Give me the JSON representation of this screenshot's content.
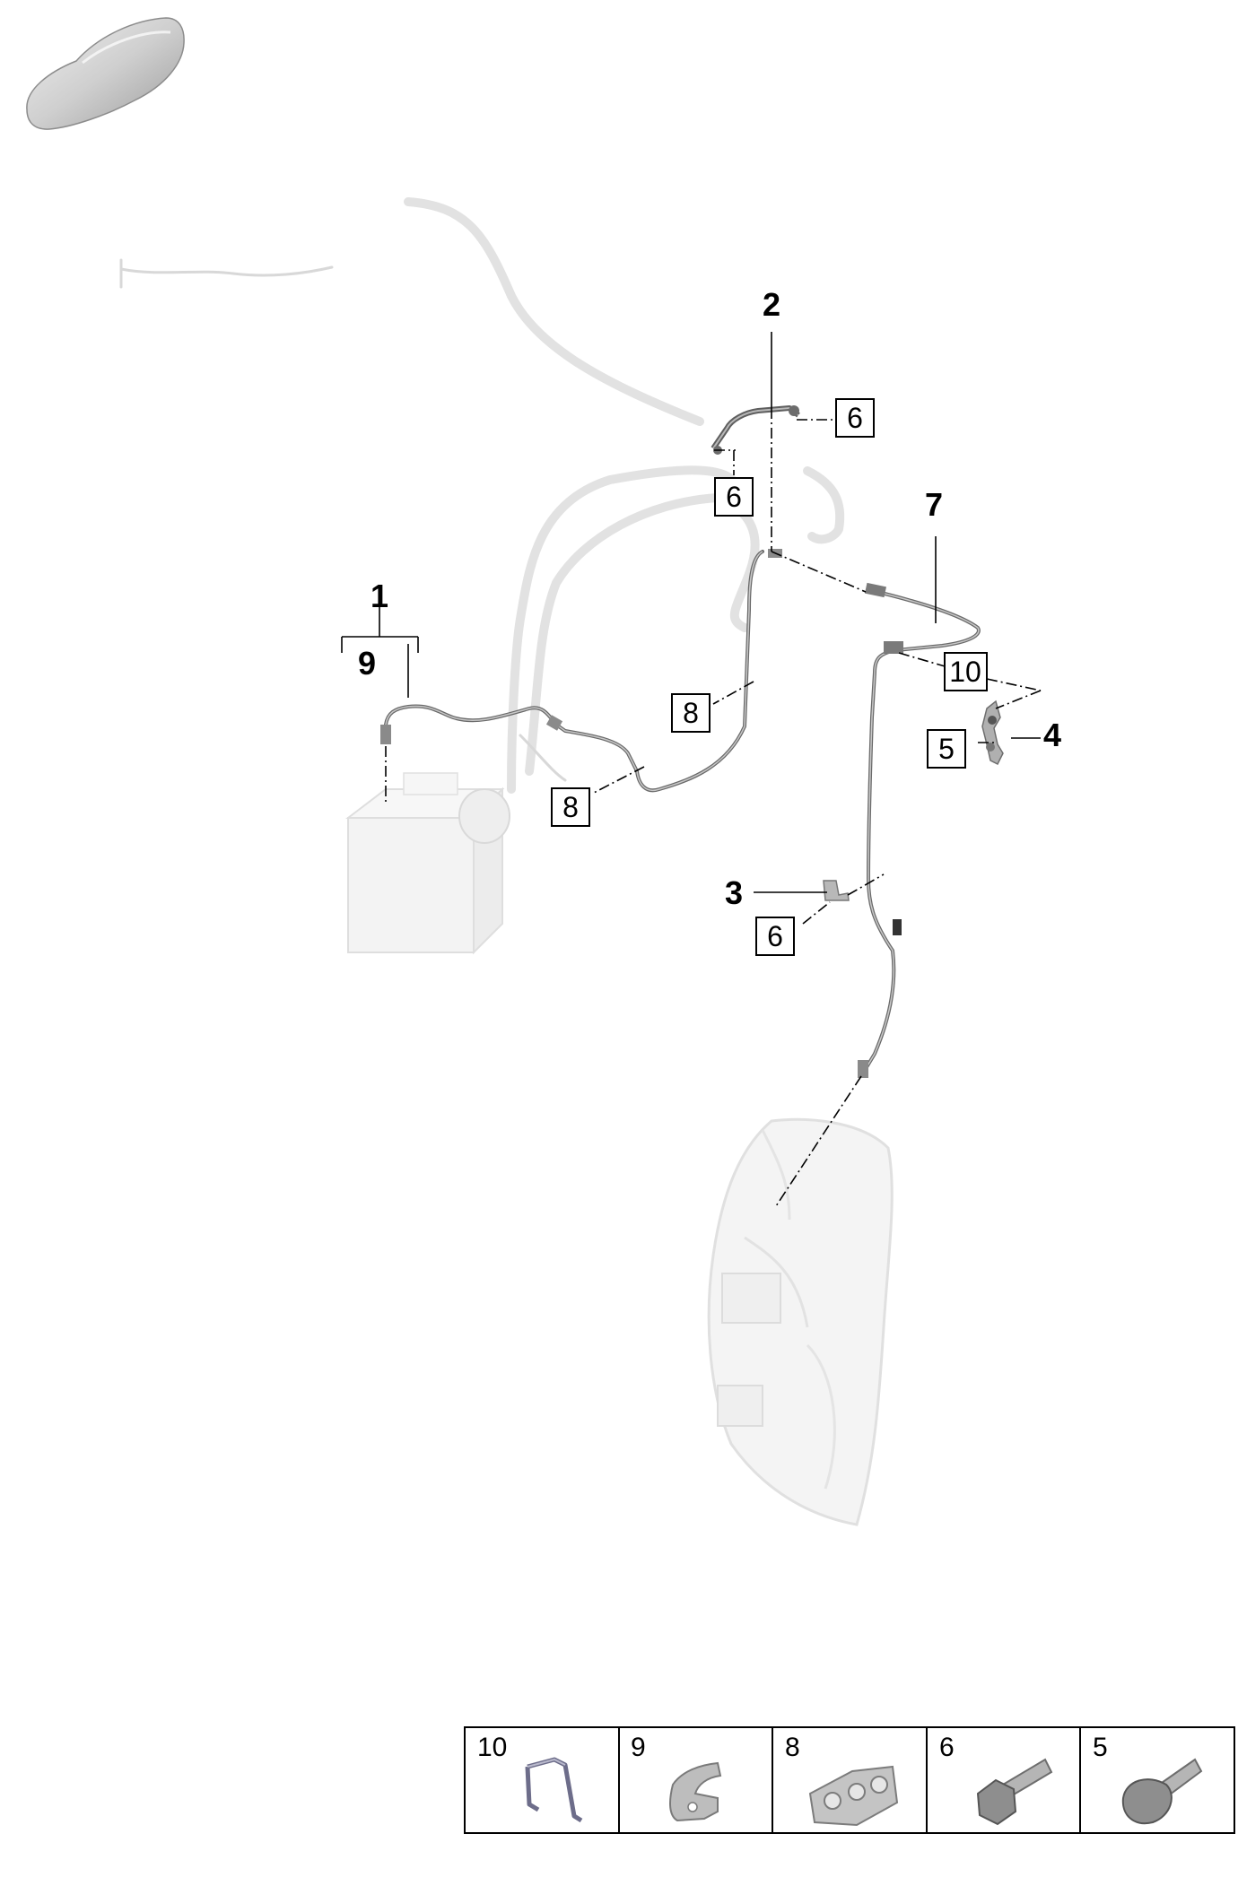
{
  "callouts": {
    "p1": "1",
    "p2": "2",
    "p3": "3",
    "p4": "4",
    "p7": "7",
    "p9": "9"
  },
  "boxes": {
    "b6a": "6",
    "b6b": "6",
    "b6c": "6",
    "b8a": "8",
    "b8b": "8",
    "b10": "10",
    "b5": "5"
  },
  "legend": [
    {
      "number": "10",
      "icon": "clip-icon"
    },
    {
      "number": "9",
      "icon": "bracket-icon"
    },
    {
      "number": "8",
      "icon": "pipe-holder-icon"
    },
    {
      "number": "6",
      "icon": "bolt-icon"
    },
    {
      "number": "5",
      "icon": "bolt-icon"
    }
  ],
  "colors": {
    "ghost": "#e2e2e2",
    "pipe": "#6a6a6a",
    "line": "#000000",
    "thumbnail": "#c9c9c9"
  },
  "thumbnail_icon": "car-thumbnail-icon"
}
